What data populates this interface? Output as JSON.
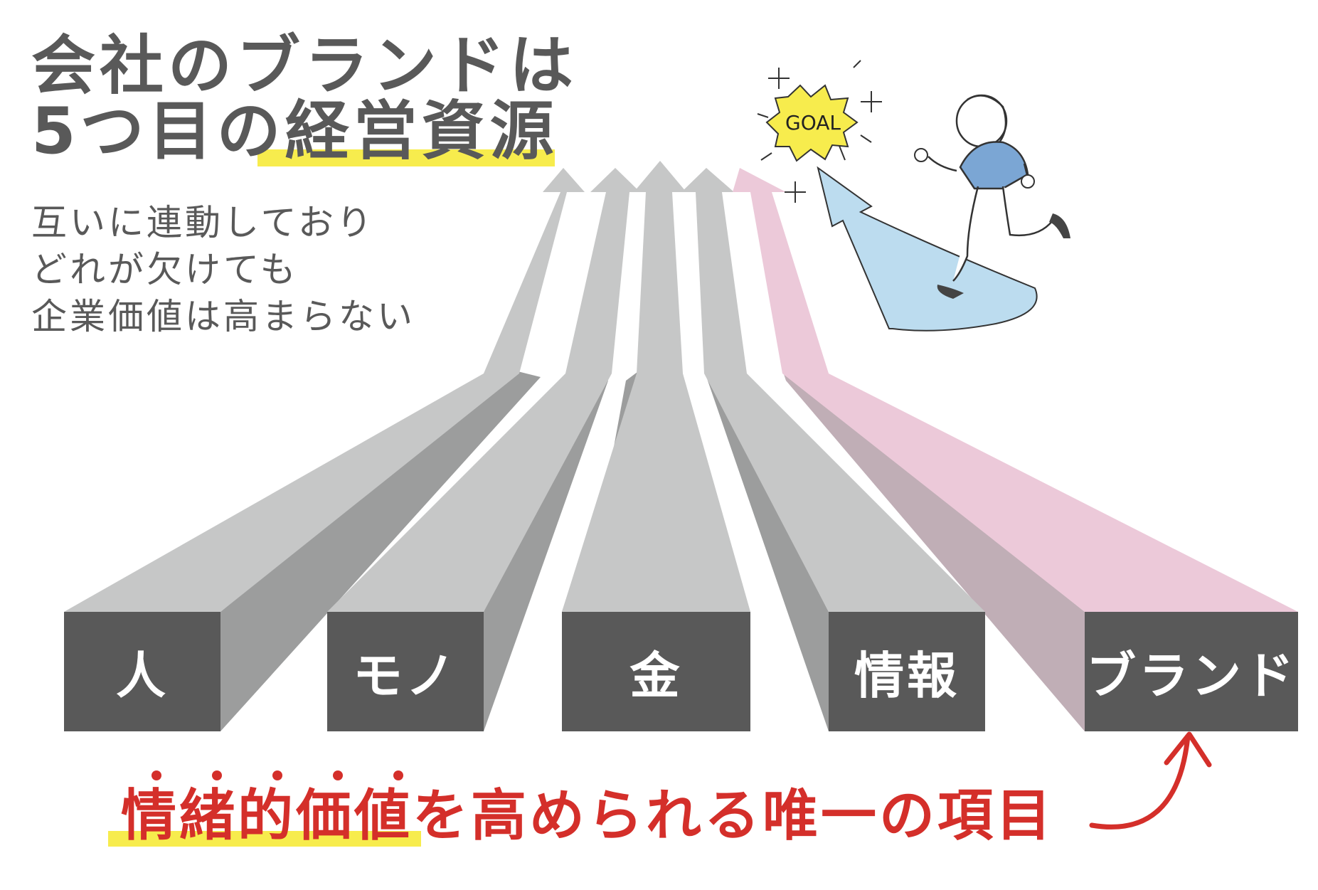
{
  "title": {
    "line1": "会社のブランドは",
    "line2_prefix": "5つ目の",
    "line2_highlight": "経営資源"
  },
  "subtitle": [
    "互いに連動しており",
    "どれが欠けても",
    "企業価値は高まらない"
  ],
  "resources": [
    {
      "label": "人"
    },
    {
      "label": "モノ"
    },
    {
      "label": "金"
    },
    {
      "label": "情報"
    },
    {
      "label": "ブランド"
    }
  ],
  "goal_label": "GOAL",
  "bottom_text": {
    "emphasis": "情緒的価値",
    "rest": "を高められる唯一の項目"
  },
  "colors": {
    "text_gray": "#595959",
    "arrow_gray": "#c6c7c7",
    "arrow_gray_dark": "#9c9d9d",
    "box": "#595959",
    "brand_pink": "#ecc9d9",
    "brand_pink_dark": "#c0aeb6",
    "accent_red": "#d42f2a",
    "highlight_yellow": "#f7ec4d",
    "goal_arrow_blue": "#bcdcef"
  }
}
